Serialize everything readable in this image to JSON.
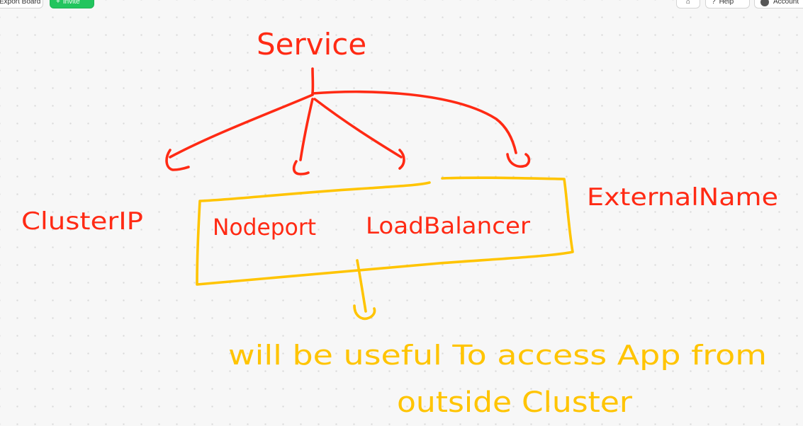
{
  "toolbar": {
    "export_label": "Export Board",
    "invite_label": "Invite",
    "help_label": "Help",
    "user_label": "Account",
    "invite_color": "#22c55e"
  },
  "board": {
    "colors": {
      "primary_ink": "#ff2a14",
      "secondary_ink": "#ffc400"
    },
    "root_label": "Service",
    "types": [
      "ClusterIP",
      "Nodeport",
      "LoadBalancer",
      "ExternalName"
    ],
    "note_line1": "will be useful To access App from",
    "note_line2": "outside Cluster"
  }
}
